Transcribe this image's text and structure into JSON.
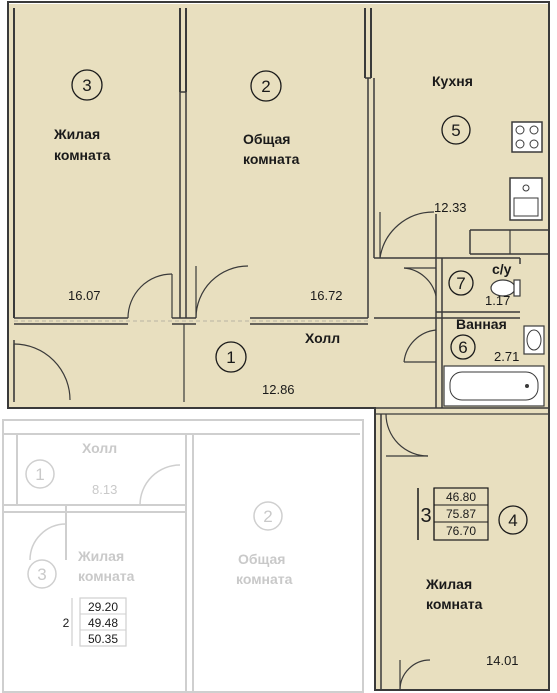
{
  "colors": {
    "floor": "#e8dfbf",
    "wall": "#3a3a3a",
    "ghost": "#c9c9c9"
  },
  "rooms": [
    {
      "number": "3",
      "name_line1": "Жилая",
      "name_line2": "комната",
      "area": "16.07"
    },
    {
      "number": "2",
      "name_line1": "Общая",
      "name_line2": "комната",
      "area": "16.72"
    },
    {
      "number": "5",
      "name_line1": "Кухня",
      "area": "12.33"
    },
    {
      "number": "1",
      "name_line1": "Холл",
      "area": "12.86"
    },
    {
      "number": "7",
      "name_line1": "с/у",
      "area": "1.17"
    },
    {
      "number": "6",
      "name_line1": "Ванная",
      "area": "2.71"
    },
    {
      "number": "4",
      "name_line1": "Жилая",
      "name_line2": "комната",
      "area": "14.01"
    }
  ],
  "summary_main": {
    "rooms_count": "3",
    "values": [
      "46.80",
      "75.87",
      "76.70"
    ]
  },
  "ghost_rooms": [
    {
      "number": "1",
      "name_line1": "Холл",
      "area": "8.13"
    },
    {
      "number": "3",
      "name_line1": "Жилая",
      "name_line2": "комната"
    },
    {
      "number": "2",
      "name_line1": "Общая",
      "name_line2": "комната"
    }
  ],
  "summary_ghost": {
    "rooms_count": "2",
    "values": [
      "29.20",
      "49.48",
      "50.35"
    ]
  }
}
